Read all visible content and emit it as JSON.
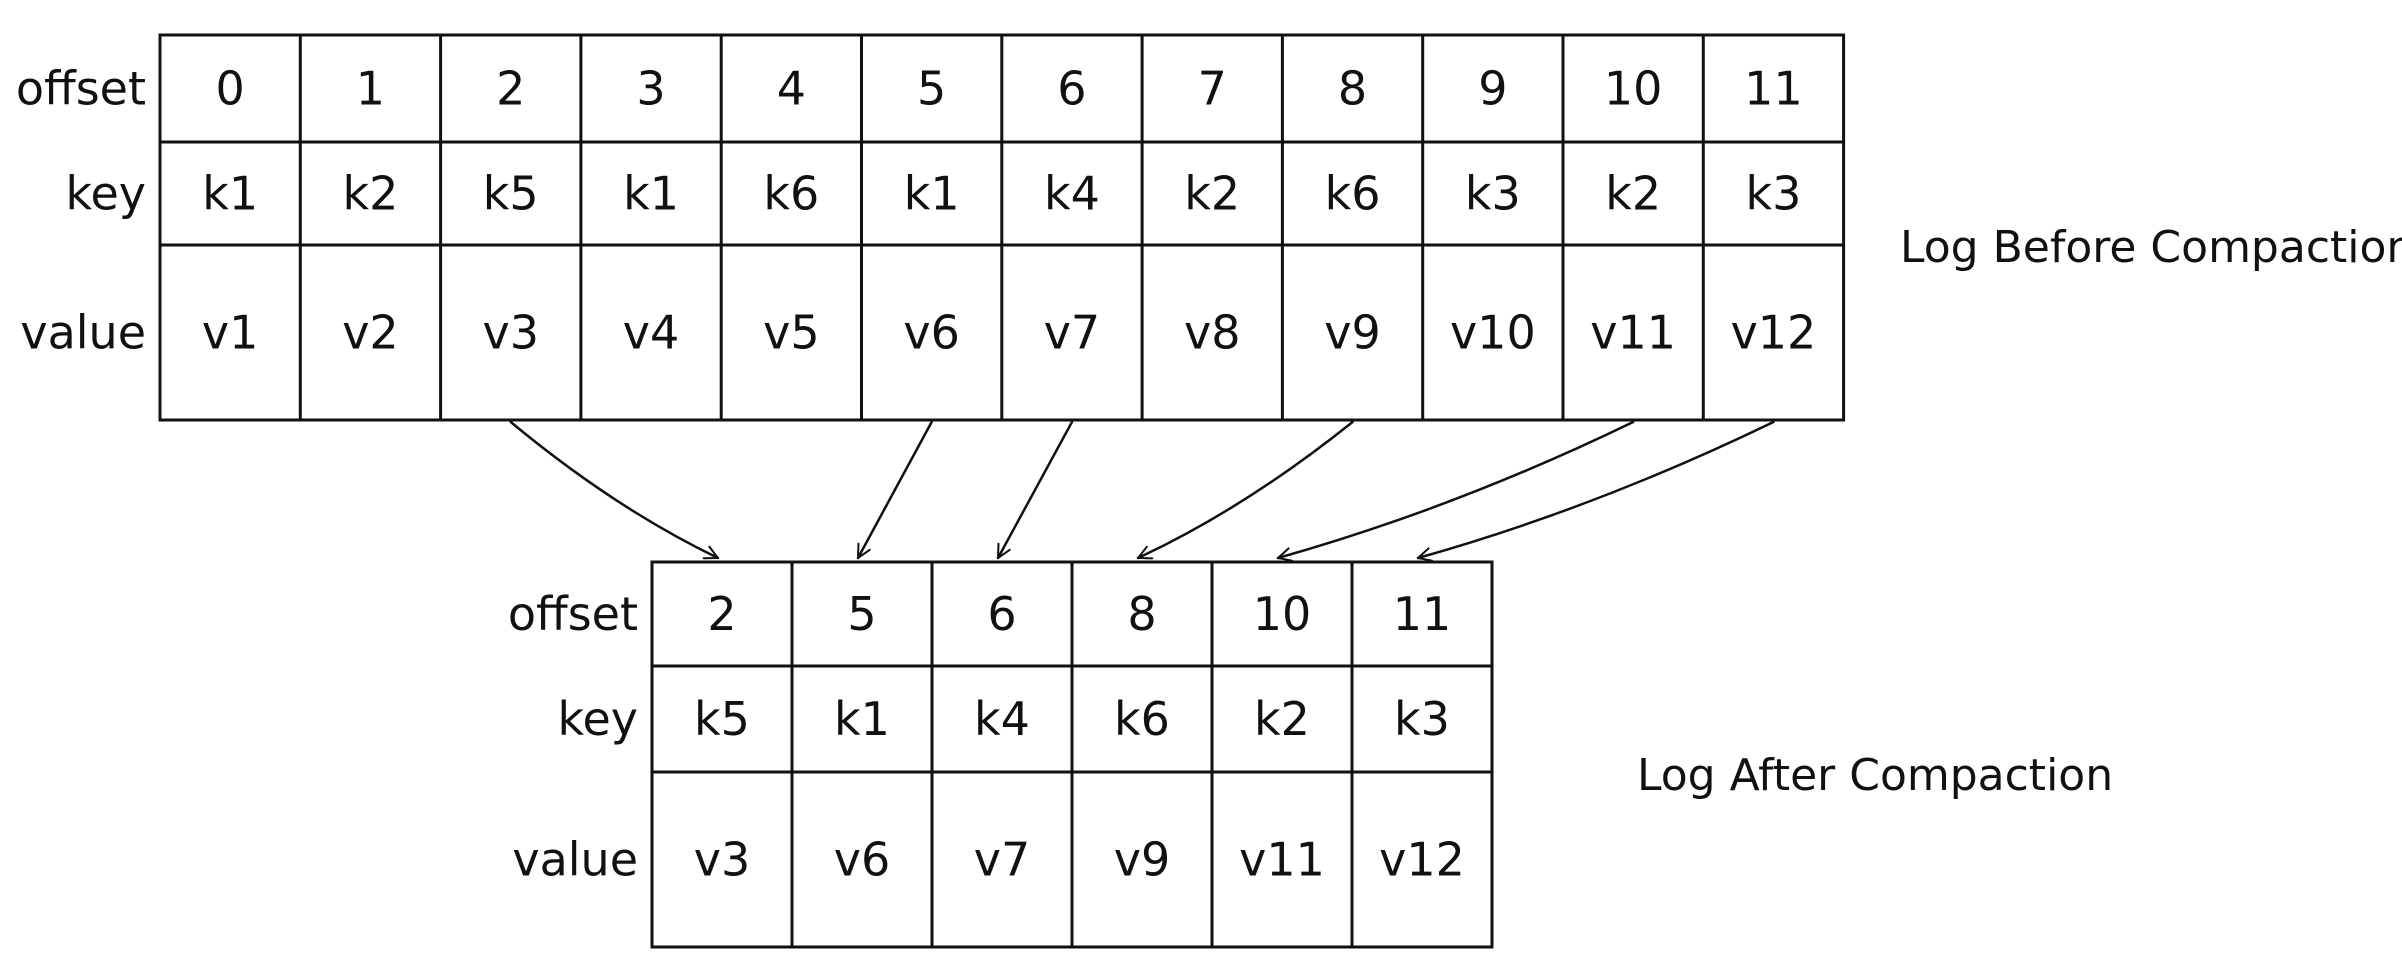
{
  "before": {
    "caption": "Log Before Compaction",
    "row_labels": {
      "offset": "offset",
      "key": "key",
      "value": "value"
    },
    "records": [
      {
        "offset": "0",
        "key": "k1",
        "value": "v1"
      },
      {
        "offset": "1",
        "key": "k2",
        "value": "v2"
      },
      {
        "offset": "2",
        "key": "k5",
        "value": "v3"
      },
      {
        "offset": "3",
        "key": "k1",
        "value": "v4"
      },
      {
        "offset": "4",
        "key": "k6",
        "value": "v5"
      },
      {
        "offset": "5",
        "key": "k1",
        "value": "v6"
      },
      {
        "offset": "6",
        "key": "k4",
        "value": "v7"
      },
      {
        "offset": "7",
        "key": "k2",
        "value": "v8"
      },
      {
        "offset": "8",
        "key": "k6",
        "value": "v9"
      },
      {
        "offset": "9",
        "key": "k3",
        "value": "v10"
      },
      {
        "offset": "10",
        "key": "k2",
        "value": "v11"
      },
      {
        "offset": "11",
        "key": "k3",
        "value": "v12"
      }
    ]
  },
  "after": {
    "caption": "Log After Compaction",
    "row_labels": {
      "offset": "offset",
      "key": "key",
      "value": "value"
    },
    "records": [
      {
        "offset": "2",
        "key": "k5",
        "value": "v3"
      },
      {
        "offset": "5",
        "key": "k1",
        "value": "v6"
      },
      {
        "offset": "6",
        "key": "k4",
        "value": "v7"
      },
      {
        "offset": "8",
        "key": "k6",
        "value": "v9"
      },
      {
        "offset": "10",
        "key": "k2",
        "value": "v11"
      },
      {
        "offset": "11",
        "key": "k3",
        "value": "v12"
      }
    ]
  },
  "arrows": [
    {
      "from_offset": "2",
      "to_offset": "2"
    },
    {
      "from_offset": "5",
      "to_offset": "5"
    },
    {
      "from_offset": "6",
      "to_offset": "6"
    },
    {
      "from_offset": "8",
      "to_offset": "8"
    },
    {
      "from_offset": "10",
      "to_offset": "10"
    },
    {
      "from_offset": "11",
      "to_offset": "11"
    }
  ]
}
